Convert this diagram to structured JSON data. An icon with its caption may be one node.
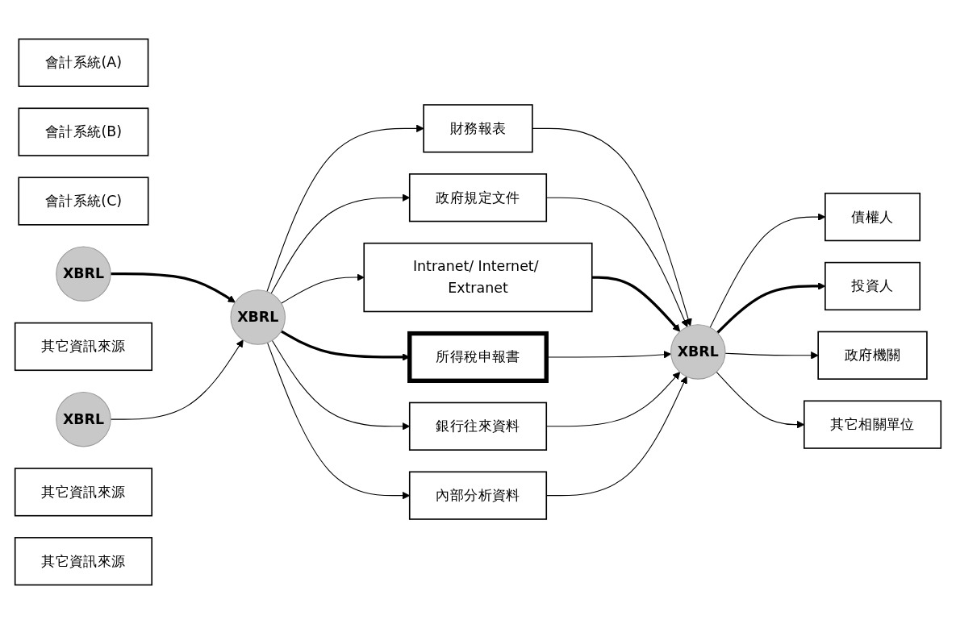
{
  "diagram": {
    "nodes": [
      {
        "text": [
          "會計系統(A)"
        ]
      },
      {
        "text": [
          "會計系統(B)"
        ]
      },
      {
        "text": [
          "會計系統(C)"
        ]
      },
      {
        "text": [
          "XBRL"
        ]
      },
      {
        "text": [
          "其它資訊來源"
        ]
      },
      {
        "text": [
          "XBRL"
        ]
      },
      {
        "text": [
          "其它資訊來源"
        ]
      },
      {
        "text": [
          "其它資訊來源"
        ]
      },
      {
        "text": [
          "XBRL"
        ]
      },
      {
        "text": [
          "財務報表"
        ]
      },
      {
        "text": [
          "政府規定文件"
        ]
      },
      {
        "text": [
          "Intranet/ Internet/ Extranet"
        ]
      },
      {
        "text": [
          "所得稅申報書"
        ]
      },
      {
        "text": [
          "銀行往來資料"
        ]
      },
      {
        "text": [
          "內部分析資料"
        ]
      },
      {
        "text": [
          "XBRL"
        ]
      },
      {
        "text": [
          "債權人"
        ]
      },
      {
        "text": [
          "投資人"
        ]
      },
      {
        "text": [
          "政府機關"
        ]
      },
      {
        "text": [
          "其它相關單位"
        ]
      }
    ],
    "edges": [
      {
        "from": 3,
        "to": 8,
        "arrow": "to",
        "style": "thick"
      },
      {
        "from": 5,
        "to": 8,
        "arrow": "to"
      },
      {
        "from": 8,
        "to": 9,
        "arrow": "to"
      },
      {
        "from": 8,
        "to": 10,
        "arrow": "to"
      },
      {
        "from": 8,
        "to": 11,
        "arrow": "to"
      },
      {
        "from": 8,
        "to": 12,
        "arrow": "to",
        "style": "thick"
      },
      {
        "from": 8,
        "to": 13,
        "arrow": "to"
      },
      {
        "from": 8,
        "to": 14,
        "arrow": "to"
      },
      {
        "from": 9,
        "to": 15,
        "arrow": "to"
      },
      {
        "from": 10,
        "to": 15,
        "arrow": "to"
      },
      {
        "from": 11,
        "to": 15,
        "arrow": "to",
        "style": "thick"
      },
      {
        "from": 12,
        "to": 15,
        "arrow": "to"
      },
      {
        "from": 13,
        "to": 15,
        "arrow": "to"
      },
      {
        "from": 14,
        "to": 15,
        "arrow": "to"
      },
      {
        "from": 15,
        "to": 16,
        "arrow": "to"
      },
      {
        "from": 15,
        "to": 17,
        "arrow": "to",
        "style": "thick"
      },
      {
        "from": 15,
        "to": 18,
        "arrow": "to"
      },
      {
        "from": 15,
        "to": 19,
        "arrow": "to"
      }
    ]
  }
}
